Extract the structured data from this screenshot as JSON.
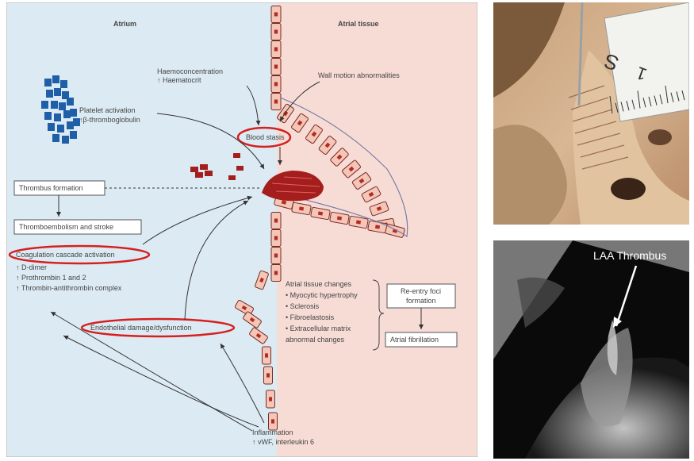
{
  "diagram": {
    "atrium_label": "Atrium",
    "tissue_label": "Atrial tissue",
    "haemo_line1": "Haemoconcentration",
    "haemo_line2": "↑ Haematocrit",
    "wall_motion": "Wall motion abnormalities",
    "platelet_line1": "Platelet activation",
    "platelet_line2": "↑β-thromboglobulin",
    "blood_stasis": "Blood stasis",
    "thrombus_formation": "Thrombus formation",
    "thromboembolism": "Thromboembolism and stroke",
    "coag_title": "Coagulation cascade activation",
    "coag_items": [
      "↑ D-dimer",
      "↑ Prothrombin 1 and 2",
      "↑ Thrombin-antithrombin complex"
    ],
    "endothelial": "Endothelial damage/dysfunction",
    "tissue_changes_title": "Atrial tissue changes",
    "tissue_changes_items": [
      "• Myocytic hypertrophy",
      "• Sclerosis",
      "• Fibroelastosis",
      "• Extracellular matrix",
      "  abnormal changes"
    ],
    "reentry_line1": "Re-entry foci",
    "reentry_line2": "formation",
    "atrial_fib": "Atrial fibrillation",
    "inflammation_line1": "Inflammation",
    "inflammation_line2": "↑ vWF, interleukin 6"
  },
  "echo": {
    "label": "LAA Thrombus"
  },
  "colors": {
    "atrium_bg": "#dcebf3",
    "tissue_bg": "#f7dcd6",
    "cell_fill": "#f3c6b8",
    "cell_stroke": "#7a2a20",
    "nucleus": "#b52a22",
    "thrombus": "#a51e1e",
    "platelet": "#1f5fa8",
    "highlight": "#d62020"
  }
}
